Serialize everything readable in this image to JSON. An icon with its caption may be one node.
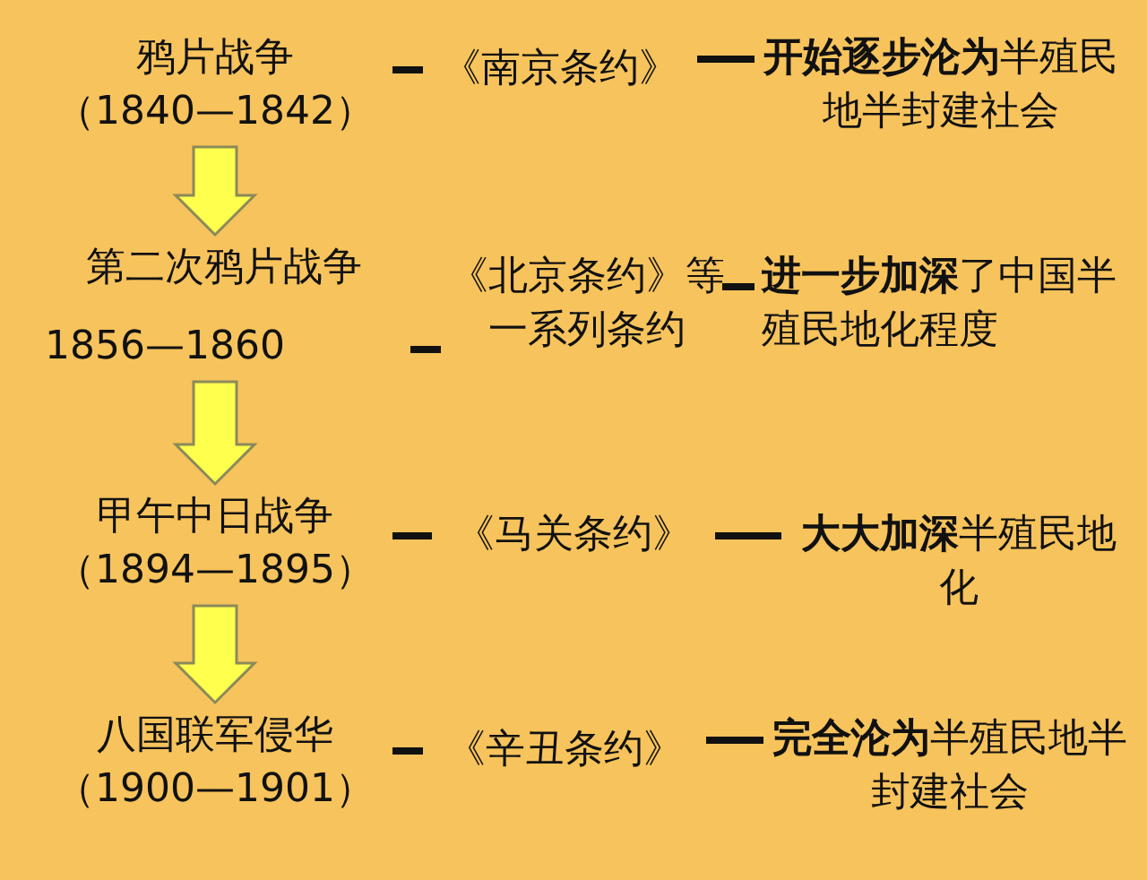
{
  "diagram": {
    "nodes": [
      {
        "text": [
          "鸦片战争",
          "（1840—1842）"
        ]
      },
      {
        "text": [
          "第二次鸦片战争",
          "1856—1860"
        ]
      },
      {
        "text": [
          "甲午中日战争",
          "（1894—1895）"
        ]
      },
      {
        "text": [
          "八国联军侵华",
          "（1900—1901）"
        ]
      },
      {
        "text": [
          "《南京条约》"
        ]
      },
      {
        "text": [
          "《北京条约》等一系列条约"
        ]
      },
      {
        "text": [
          "《马关条约》"
        ]
      },
      {
        "text": [
          "《辛丑条约》"
        ]
      },
      {
        "text": [
          "**开始逐步沦为**半殖民地半封建社会"
        ]
      },
      {
        "text": [
          "**进一步加深**了中国半殖民地化程度"
        ]
      },
      {
        "text": [
          "**大大加深**半殖民地化"
        ]
      },
      {
        "text": [
          "**完全沦为**半殖民地半封建社会"
        ]
      }
    ],
    "edges": [
      {
        "from": 0,
        "to": 1,
        "arrow": "to",
        "color": "#ffff4d"
      },
      {
        "from": 1,
        "to": 2,
        "arrow": "to",
        "color": "#ffff4d"
      },
      {
        "from": 2,
        "to": 3,
        "arrow": "to",
        "color": "#ffff4d"
      },
      {
        "from": 0,
        "to": 4,
        "arrow": "none"
      },
      {
        "from": 4,
        "to": 8,
        "arrow": "none"
      },
      {
        "from": 1,
        "to": 5,
        "arrow": "none"
      },
      {
        "from": 5,
        "to": 9,
        "arrow": "none"
      },
      {
        "from": 2,
        "to": 6,
        "arrow": "none"
      },
      {
        "from": 6,
        "to": 10,
        "arrow": "none"
      },
      {
        "from": 3,
        "to": 7,
        "arrow": "none"
      },
      {
        "from": 7,
        "to": 11,
        "arrow": "none"
      }
    ]
  }
}
